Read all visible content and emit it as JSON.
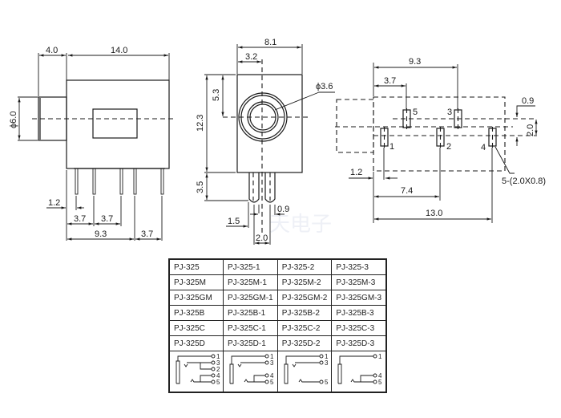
{
  "side_view": {
    "dims": {
      "plug_length": "4.0",
      "body_length": "14.0",
      "plug_diameter": "ϕ6.0",
      "pin_offset": "1.2",
      "pin_pitch_1": "3.7",
      "pin_pitch_2": "3.7",
      "pin_span": "9.3",
      "pin_pitch_3": "3.7"
    }
  },
  "front_view": {
    "dims": {
      "width": "8.1",
      "hole_x": "3.2",
      "hole_y": "5.3",
      "height": "12.3",
      "hole_diameter": "ϕ3.6",
      "pin_length": "3.5",
      "pin_width": "1.5",
      "pin_gap": "0.9",
      "pin_pitch": "2.0"
    }
  },
  "footprint": {
    "dims": {
      "span_1_3": "9.3",
      "span_1_5": "3.7",
      "row_offset": "0.9",
      "row_pitch": "2.0",
      "edge_offset": "1.2",
      "span_1_2": "7.4",
      "span_1_4": "13.0",
      "pad_spec": "5-(2.0X0.8)"
    },
    "pins": [
      "1",
      "2",
      "3",
      "4",
      "5"
    ]
  },
  "watermark": "天电子",
  "models_table": {
    "rows": [
      [
        "PJ-325",
        "PJ-325-1",
        "PJ-325-2",
        "PJ-325-3"
      ],
      [
        "PJ-325M",
        "PJ-325M-1",
        "PJ-325M-2",
        "PJ-325M-3"
      ],
      [
        "PJ-325GM",
        "PJ-325GM-1",
        "PJ-325GM-2",
        "PJ-325GM-3"
      ],
      [
        "PJ-325B",
        "PJ-325B-1",
        "PJ-325B-2",
        "PJ-325B-3"
      ],
      [
        "PJ-325C",
        "PJ-325C-1",
        "PJ-325C-2",
        "PJ-325C-3"
      ],
      [
        "PJ-325D",
        "PJ-325D-1",
        "PJ-325D-2",
        "PJ-325D-3"
      ]
    ],
    "schematics": [
      {
        "terminals": [
          "1",
          "3",
          "2",
          "4",
          "5"
        ]
      },
      {
        "terminals": [
          "1",
          "3",
          "4",
          "5"
        ]
      },
      {
        "terminals": [
          "1",
          "3",
          "5"
        ]
      },
      {
        "terminals": [
          "1",
          "4",
          "5"
        ]
      }
    ]
  }
}
